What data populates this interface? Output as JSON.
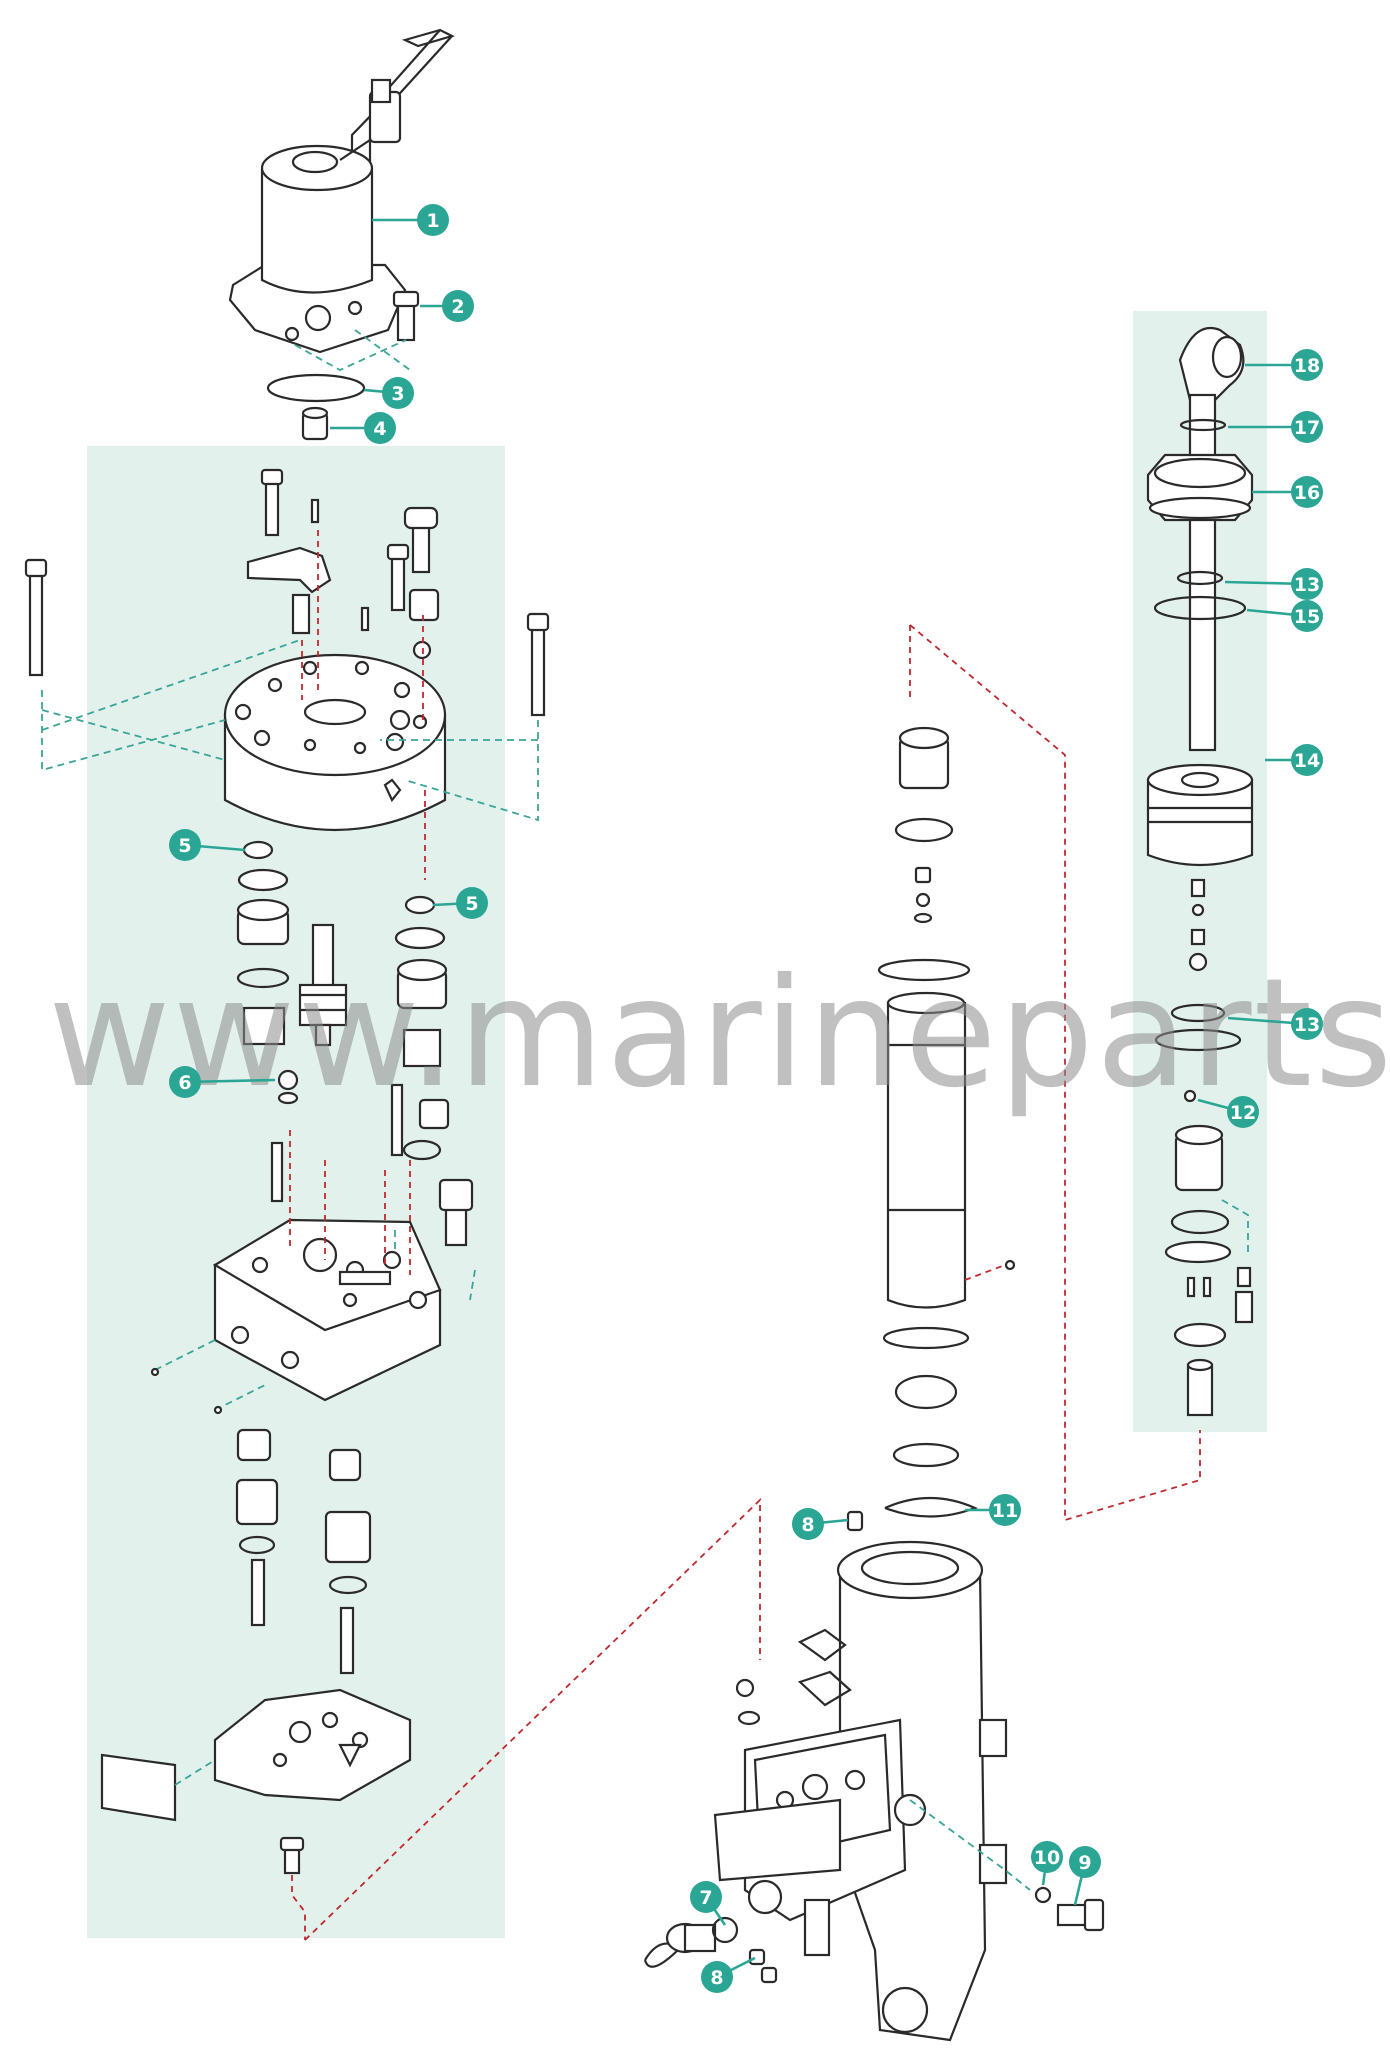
{
  "watermark": "www.marineparts.eu",
  "colors": {
    "callout_fill": "#2ba695",
    "panel_fill": "#e3f1ec",
    "dash_teal": "#3aa597",
    "dash_red": "#c0282d",
    "watermark": "#8c8c8c"
  },
  "callouts": [
    {
      "id": "c1",
      "label": "1"
    },
    {
      "id": "c2",
      "label": "2"
    },
    {
      "id": "c3",
      "label": "3"
    },
    {
      "id": "c4",
      "label": "4"
    },
    {
      "id": "c5a",
      "label": "5"
    },
    {
      "id": "c5b",
      "label": "5"
    },
    {
      "id": "c6",
      "label": "6"
    },
    {
      "id": "c7",
      "label": "7"
    },
    {
      "id": "c8a",
      "label": "8"
    },
    {
      "id": "c8b",
      "label": "8"
    },
    {
      "id": "c9",
      "label": "9"
    },
    {
      "id": "c10",
      "label": "10"
    },
    {
      "id": "c11",
      "label": "11"
    },
    {
      "id": "c12",
      "label": "12"
    },
    {
      "id": "c13a",
      "label": "13"
    },
    {
      "id": "c13b",
      "label": "13"
    },
    {
      "id": "c14",
      "label": "14"
    },
    {
      "id": "c15",
      "label": "15"
    },
    {
      "id": "c16",
      "label": "16"
    },
    {
      "id": "c17",
      "label": "17"
    },
    {
      "id": "c18",
      "label": "18"
    }
  ]
}
